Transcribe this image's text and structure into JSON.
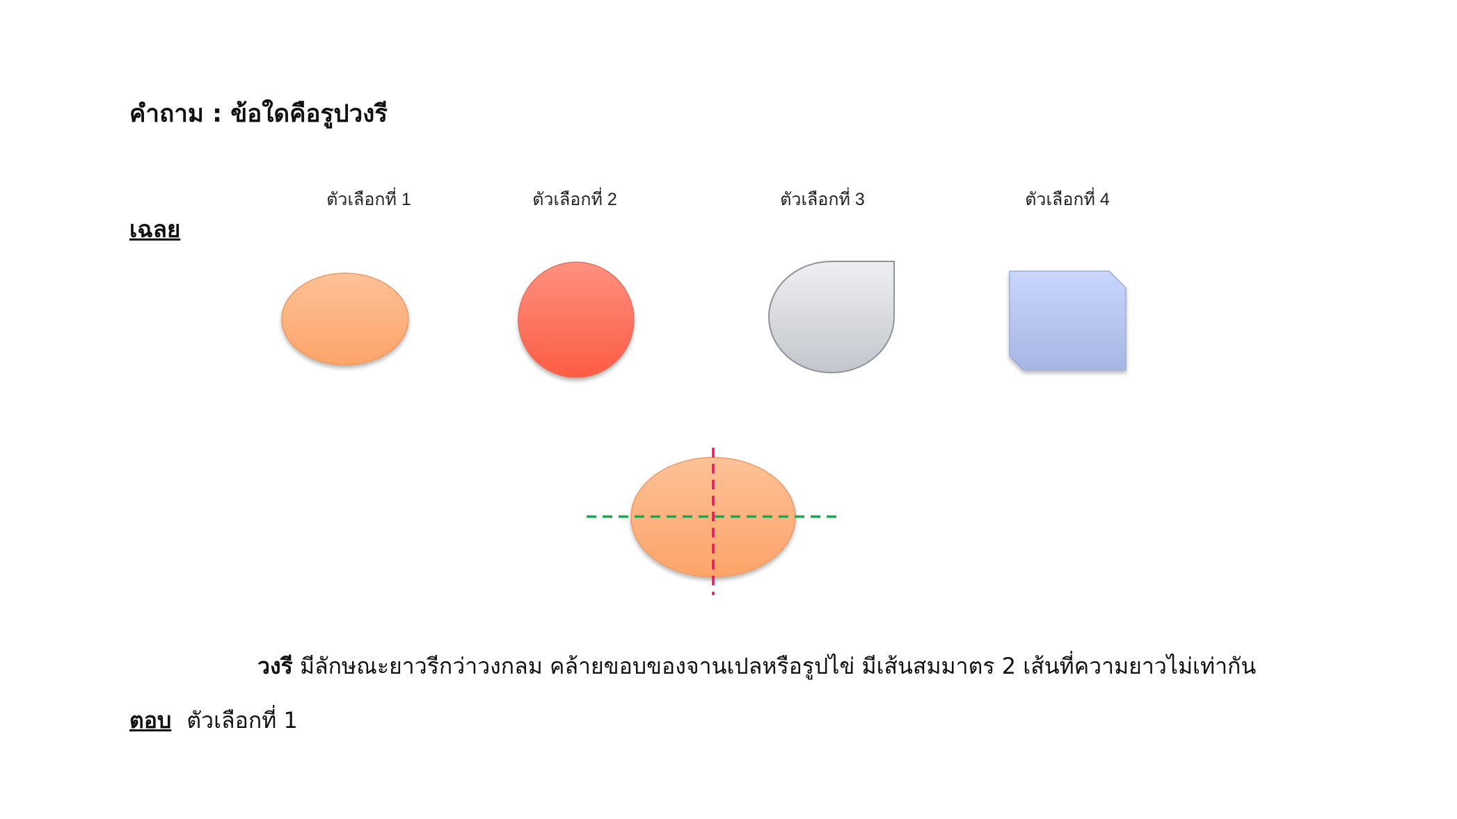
{
  "question": "คำถาม :  ข้อใดคือรูปวงรี",
  "answer_heading": "เฉลย",
  "options": [
    {
      "label": "ตัวเลือกที่ 1",
      "shape": "ellipse",
      "color": "#fdaa78"
    },
    {
      "label": "ตัวเลือกที่ 2",
      "shape": "circle",
      "color": "#fd7260"
    },
    {
      "label": "ตัวเลือกที่ 3",
      "shape": "teardrop",
      "color": "#d5d7dc"
    },
    {
      "label": "ตัวเลือกที่ 4",
      "shape": "snipped-square",
      "color": "#b4c3f0"
    }
  ],
  "diagram": {
    "shape": "ellipse",
    "major_axis_color": "#1aa850",
    "minor_axis_color": "#e8185f"
  },
  "explanation": {
    "term": "วงรี",
    "text": " มีลักษณะยาวรีกว่าวงกลม คล้ายขอบของจานเปลหรือรูปไข่ มีเส้นสมมาตร 2 เส้นที่ความยาวไม่เท่ากัน"
  },
  "final_answer": {
    "label": "ตอบ",
    "value": "ตัวเลือกที่ 1"
  }
}
